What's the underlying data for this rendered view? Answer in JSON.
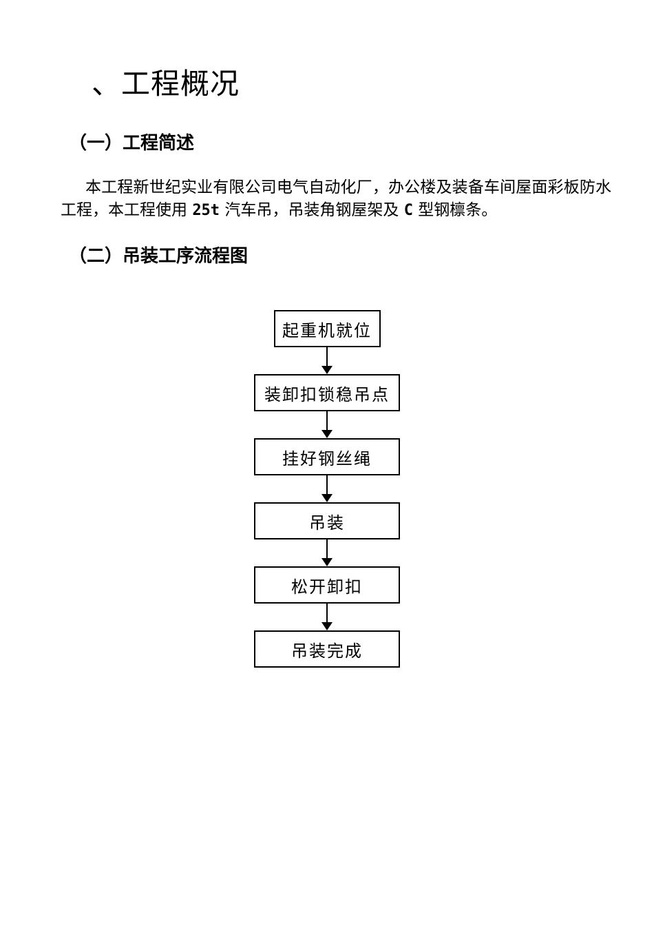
{
  "document": {
    "title": "、工程概况",
    "section1": {
      "heading": "（一）工程简述",
      "paragraph_segments": [
        {
          "text": "本工程新世纪实业有限公司电气自动化厂，办公楼及装备车间屋面彩板防水工程，本工程使用 ",
          "bold": false
        },
        {
          "text": "25t",
          "bold": true
        },
        {
          "text": " 汽车吊，吊装角钢屋架及 ",
          "bold": false
        },
        {
          "text": "C",
          "bold": true
        },
        {
          "text": " 型钢檩条。",
          "bold": false
        }
      ]
    },
    "section2": {
      "heading": "（二）吊装工序流程图",
      "flowchart": {
        "steps": [
          "起重机就位",
          "装卸扣锁稳吊点",
          "挂好钢丝绳",
          "吊装",
          "松开卸扣",
          "吊装完成"
        ]
      }
    },
    "colors": {
      "text": "#000000",
      "background": "#ffffff",
      "box_border": "#000000"
    }
  }
}
